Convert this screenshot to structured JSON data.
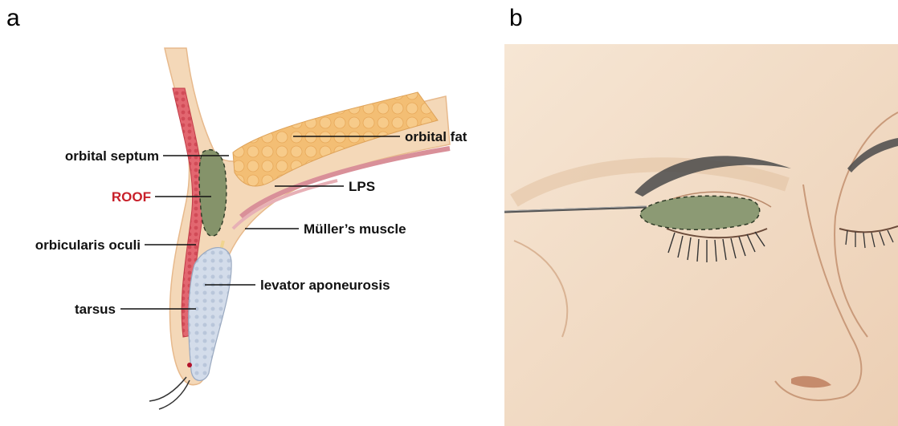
{
  "panels": {
    "a": {
      "letter": "a"
    },
    "b": {
      "letter": "b"
    }
  },
  "labels": {
    "orbital_fat": "orbital fat",
    "orbital_septum": "orbital septum",
    "lps": "LPS",
    "roof": "ROOF",
    "muller": "Müller’s muscle",
    "orbicularis": "orbicularis oculi",
    "levator": "levator aponeurosis",
    "tarsus": "tarsus"
  },
  "colors": {
    "roof_highlight": "#c8202a",
    "roof_pad": "#7d8a5e",
    "orbital_fat": "#f0b86a",
    "muscle": "#e0606a",
    "tarsus": "#c9d4e4",
    "skin": "#f3dcc6"
  }
}
